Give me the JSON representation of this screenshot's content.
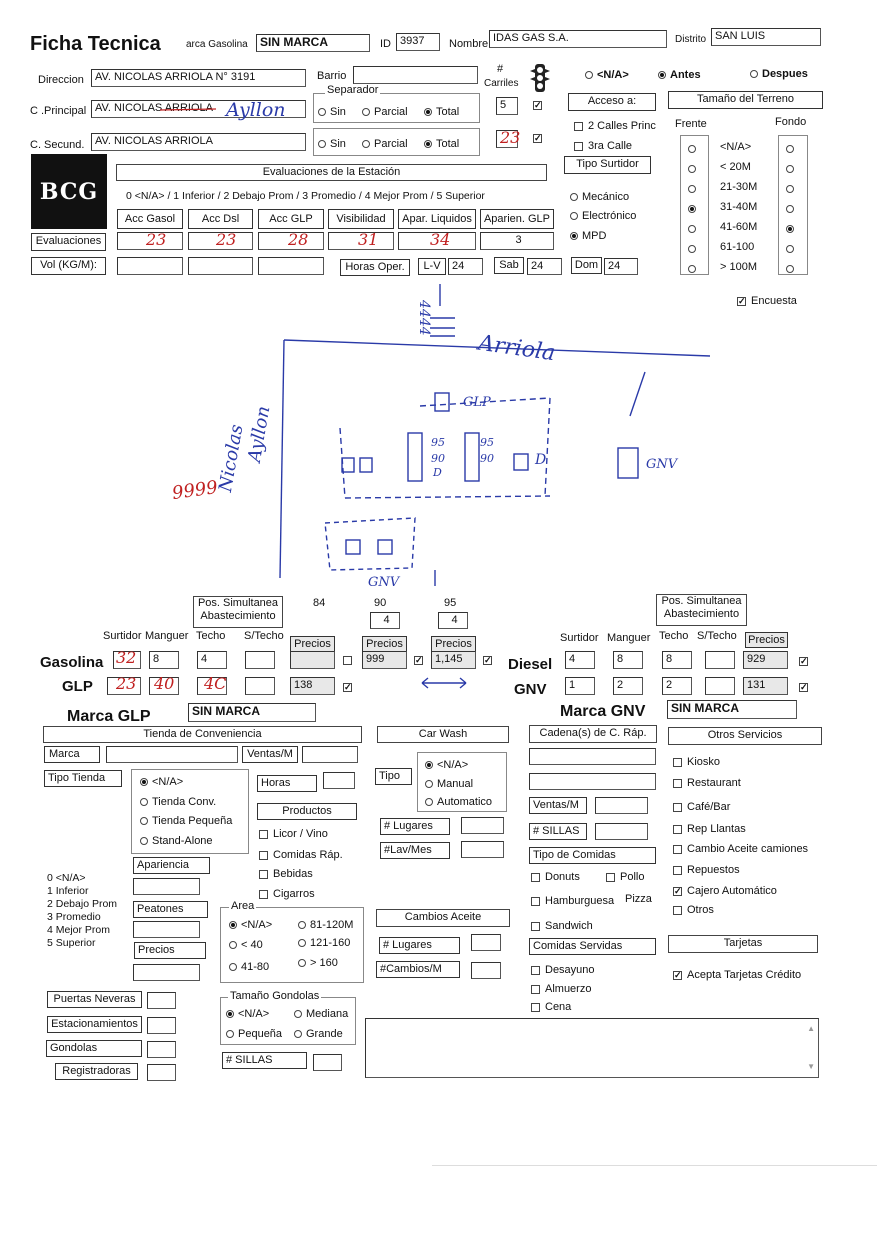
{
  "header": {
    "title": "Ficha Tecnica",
    "marca_label": "arca Gasolina",
    "marca_value": "SIN MARCA",
    "id_label": "ID",
    "id_value": "3937",
    "nombre_label": "Nombre",
    "nombre_value": "IDAS GAS S.A.",
    "distrito_label": "Distrito",
    "distrito_value": "SAN LUIS"
  },
  "address": {
    "direccion_label": "Direccion",
    "direccion_value": "AV. NICOLAS ARRIOLA N° 3191",
    "barrio_label": "Barrio",
    "principal_label": "C .Principal",
    "principal_value": "AV. NICOLAS ARRIOLA",
    "principal_hw": "Ayllon",
    "secund_label": "C. Secund.",
    "secund_value": "AV. NICOLAS ARRIOLA",
    "separador_label": "Separador",
    "sep_opts": [
      "Sin",
      "Parcial",
      "Total"
    ],
    "carriles_hash": "#",
    "carriles_label": "Carriles",
    "carriles_1": "5",
    "carriles_2_hw": "23"
  },
  "timing": {
    "opts": [
      "<N/A>",
      "Antes",
      "Despues"
    ]
  },
  "acceso": {
    "label": "Acceso a:",
    "opts": [
      "2 Calles Princ",
      "3ra Calle"
    ]
  },
  "surtidor": {
    "label": "Tipo Surtidor",
    "opts": [
      "Mecánico",
      "Electrónico",
      "MPD"
    ]
  },
  "terreno": {
    "label": "Tamaño del Terreno",
    "frente": "Frente",
    "fondo": "Fondo",
    "opts": [
      "<N/A>",
      "< 20M",
      "21-30M",
      "31-40M",
      "41-60M",
      "61-100",
      "> 100M"
    ]
  },
  "logo": "BCG",
  "eval": {
    "title": "Evaluaciones de la Estación",
    "scale": "0 <N/A> /  1 Inferior  /  2 Debajo Prom  /  3 Promedio  /  4 Mejor Prom  /  5 Superior",
    "cols": [
      "Acc Gasol",
      "Acc Dsl",
      "Acc GLP",
      "Visibilidad",
      "Apar. Liquidos",
      "Aparien. GLP"
    ],
    "row_label": "Evaluaciones",
    "values_hw": [
      "23",
      "23",
      "28",
      "31",
      "34",
      ""
    ],
    "last_value": "3",
    "vol_label": "Vol (KG/M):",
    "horas_label": "Horas Oper.",
    "lv_label": "L-V",
    "lv_value": "24",
    "sab_label": "Sab",
    "sab_value": "24",
    "dom_label": "Dom",
    "dom_value": "24"
  },
  "encuesta": "Encuesta",
  "sketch": {
    "street_top": "Arriola",
    "street_side_1": "Nicolas",
    "street_side_2": "Ayllon",
    "glp_mark": "GLP",
    "gnv_mark": "GNV",
    "gnv_bottom": "GNV",
    "pump_labels": [
      "95",
      "90",
      "D"
    ],
    "arrows_note": "4444",
    "numbers_note": "9999"
  },
  "fuel": {
    "pos_label": "Pos. Simultanea Abastecimiento",
    "octanes": [
      "84",
      "90",
      "95"
    ],
    "octane_pos": [
      "4",
      "4"
    ],
    "col_headers": [
      "Surtidor",
      "Manguer",
      "Techo",
      "S/Techo"
    ],
    "precios": "Precios",
    "gasolina": "Gasolina",
    "gasolina_hw": [
      "32",
      "8",
      "4"
    ],
    "gasolina_prices": [
      "",
      "999",
      "1,145"
    ],
    "glp": "GLP",
    "glp_hw": [
      "23",
      "40",
      "4C"
    ],
    "glp_price": "138",
    "diesel": "Diesel",
    "diesel_vals": [
      "4",
      "8",
      "8",
      ""
    ],
    "diesel_price": "929",
    "gnv": "GNV",
    "gnv_vals": [
      "1",
      "2",
      "2",
      ""
    ],
    "gnv_price": "131"
  },
  "brands": {
    "glp_label": "Marca GLP",
    "glp_value": "SIN MARCA",
    "gnv_label": "Marca GNV",
    "gnv_value": "SIN MARCA"
  },
  "tienda": {
    "title": "Tienda de Conveniencia",
    "marca": "Marca",
    "ventas": "Ventas/M",
    "tipo": "Tipo Tienda",
    "tipo_opts": [
      "<N/A>",
      "Tienda Conv.",
      "Tienda Pequeña",
      "Stand-Alone"
    ],
    "horas": "Horas",
    "productos": "Productos",
    "prod_opts": [
      "Licor / Vino",
      "Comidas Ráp.",
      "Bebidas",
      "Cigarros"
    ],
    "apariencia": "Apariencia",
    "peatones": "Peatones",
    "precios": "Precios",
    "scale": [
      "0 <N/A>",
      "1 Inferior",
      "2 Debajo Prom",
      "3 Promedio",
      "4 Mejor Prom",
      "5 Superior"
    ],
    "area": "Area",
    "area_opts": [
      "<N/A>",
      "81-120M",
      "< 40",
      "121-160",
      "41-80",
      "> 160"
    ],
    "gondola_size": "Tamaño Gondolas",
    "gondola_opts": [
      "<N/A>",
      "Mediana",
      "Pequeña",
      "Grande"
    ],
    "sillas": "# SILLAS",
    "counts": [
      "Puertas Neveras",
      "Estacionamientos",
      "Gondolas",
      "Registradoras"
    ]
  },
  "carwash": {
    "title": "Car Wash",
    "tipo": "Tipo",
    "opts": [
      "<N/A>",
      "Manual",
      "Automatico"
    ],
    "lugares": "# Lugares",
    "lavmes": "#Lav/Mes"
  },
  "aceite": {
    "title": "Cambios Aceite",
    "lugares": "# Lugares",
    "cambios": "#Cambios/M"
  },
  "cadena": {
    "title": "Cadena(s) de C. Ráp.",
    "ventas": "Ventas/M",
    "sillas": "# SILLAS",
    "tipo_comidas": "Tipo de Comidas",
    "comida_opts": [
      "Donuts",
      "Pollo",
      "Hamburguesa",
      "Pizza",
      "Sandwich"
    ],
    "servidas": "Comidas Servidas",
    "servidas_opts": [
      "Desayuno",
      "Almuerzo",
      "Cena"
    ]
  },
  "otros": {
    "title": "Otros Servicios",
    "opts": [
      "Kiosko",
      "Restaurant",
      "Café/Bar",
      "Rep Llantas",
      "Cambio Aceite camiones",
      "Repuestos",
      "Cajero Automático",
      "Otros"
    ],
    "tarjetas": "Tarjetas",
    "acepta": "Acepta Tarjetas Crédito"
  }
}
